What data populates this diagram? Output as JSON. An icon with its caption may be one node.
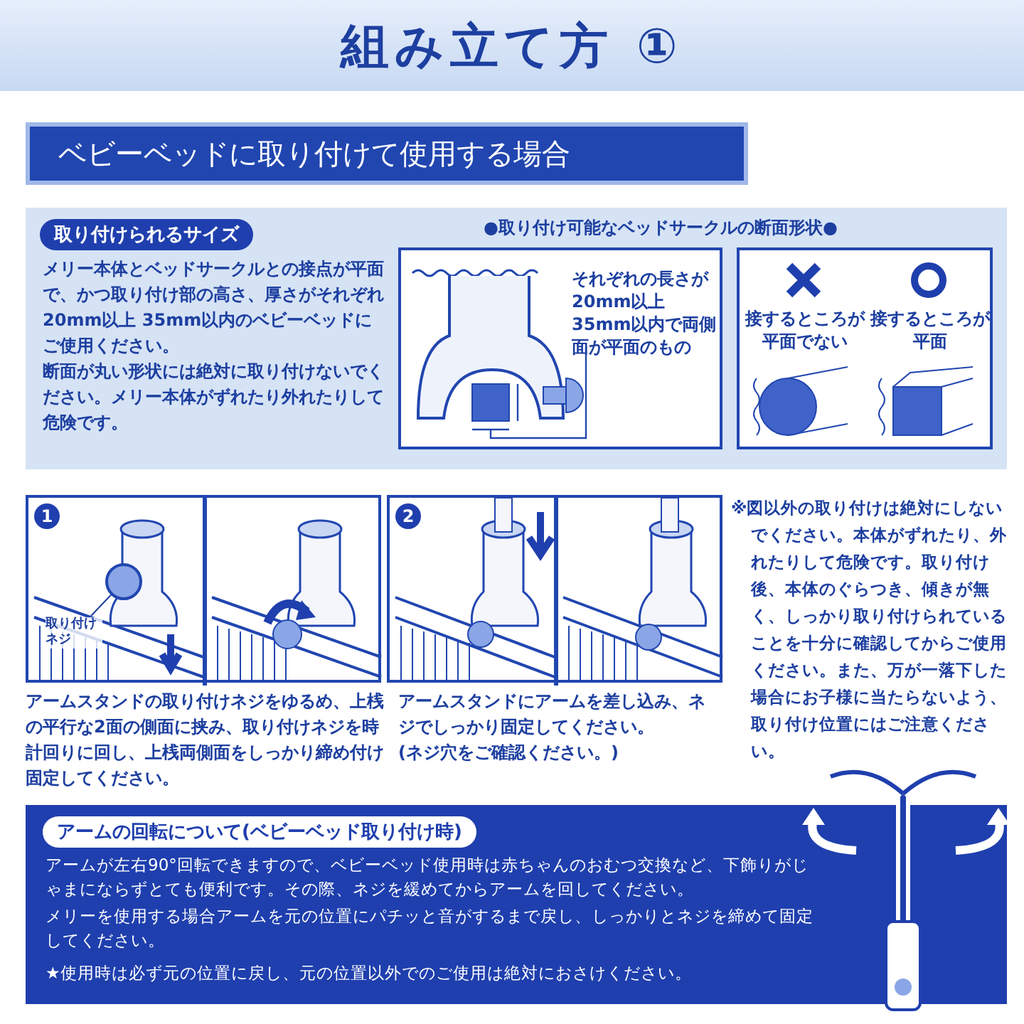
{
  "diagram": {
    "title": "組み立て方 ①",
    "nodes": [
      {
        "text": [
          "ベビーベッドに取り付けて使用する場合"
        ]
      },
      {
        "text": [
          "取り付けられるサイズ",
          "メリー本体とベッドサークルとの接点が平面で、かつ取り付け部の高さ、厚さがそれぞれ20mm以上 35mm以内のベビーベッドにご使用ください。",
          "断面が丸い形状には絶対に取り付けないでください。メリー本体がずれたり外れたりして危険です。"
        ]
      },
      {
        "text": [
          "それぞれの長さが20mm以上35mm以内で両側面が平面のもの"
        ],
        "in": 1
      },
      {
        "text": [
          "接するところが平面でない",
          "接するところが平面"
        ],
        "in": 1
      },
      {
        "text": [
          "1"
        ],
        "beside": [
          "アームスタンドの取り付けネジをゆるめ、上桟の平行な2面の側面に挟み、取り付けネジを時計回りに回し、上桟両側面をしっかり締め付け固定してください。"
        ]
      },
      {
        "text": [
          "2"
        ],
        "beside": [
          "アームスタンドにアームを差し込み、ネジでしっかり固定してください。",
          "(ネジ穴をご確認ください。)"
        ]
      },
      {
        "text": [
          "取り付けネジ"
        ],
        "in": 4
      },
      {
        "text": [],
        "shape": "circle",
        "in": 4
      },
      {
        "text": [
          "アームの回転について(ベビーベッド取り付け時)",
          "アームが左右90°回転できますので、ベビーベッド使用時は赤ちゃんのおむつ交換など、下飾りがじゃまにならずとても便利です。その際、ネジを緩めてからアームを回してください。",
          "メリーを使用する場合アームを元の位置にパチッと音がするまで戻し、しっかりとネジを締めて固定してください。",
          "★使用時は必ず元の位置に戻し、元の位置以外でのご使用は絶対におさけください。"
        ]
      }
    ],
    "edges": [
      {
        "from": 6,
        "to": 7,
        "arrow": "none"
      }
    ],
    "labels": [
      "●取り付け可能なベッドサークルの断面形状●",
      "※図以外の取り付けは絶対にしないでください。本体がずれたり、外れたりして危険です。取り付け後、本体のぐらつき、傾きが無く、しっかり取り付けられていることを十分に確認してからご使用ください。また、万が一落下した場合にお子様に当たらないよう、取り付け位置にはご注意ください。"
    ]
  }
}
